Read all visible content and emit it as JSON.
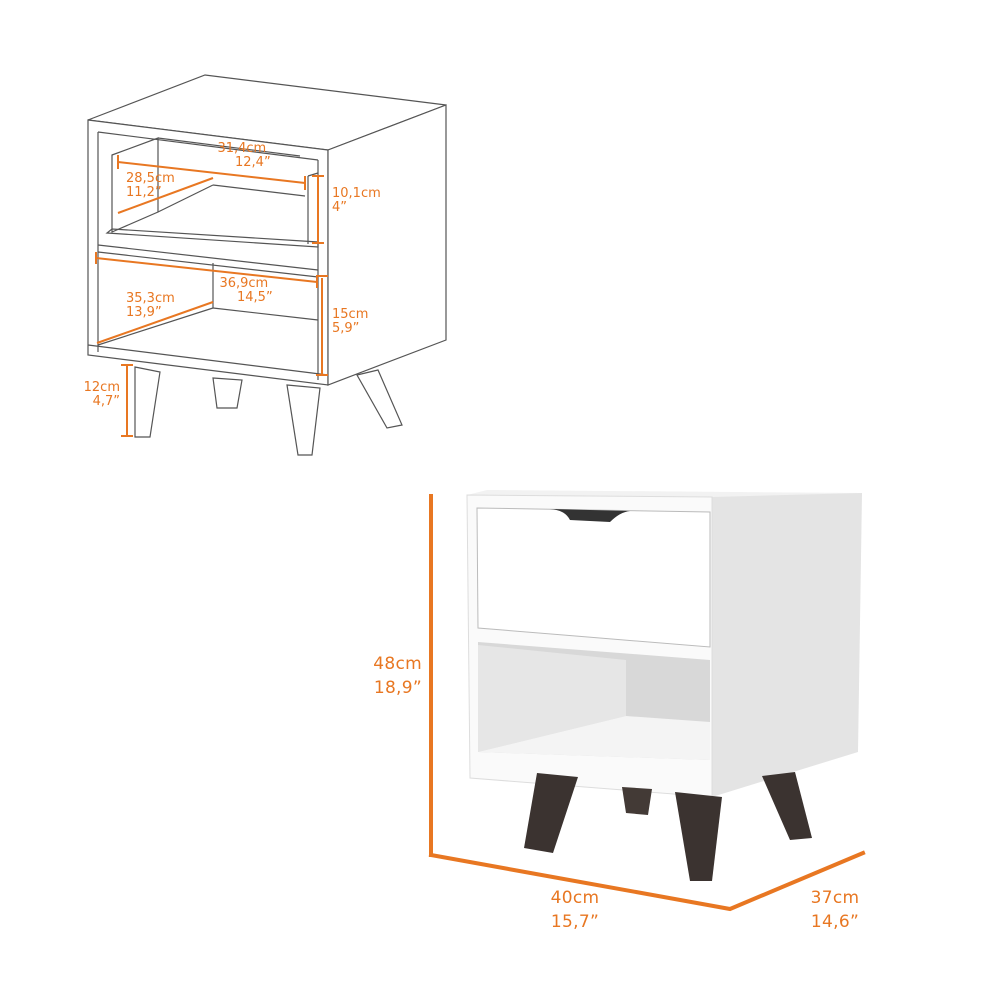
{
  "colors": {
    "dimension_accent": "#E87722",
    "line_art": "#555555",
    "furniture_body": "#ffffff",
    "leg_wood": "#3b3330"
  },
  "line_drawing": {
    "drawer_width": {
      "cm": "31,4cm",
      "in": "12,4”"
    },
    "drawer_depth": {
      "cm": "28,5cm",
      "in": "11,2”"
    },
    "drawer_height": {
      "cm": "10,1cm",
      "in": "4”"
    },
    "shelf_width": {
      "cm": "36,9cm",
      "in": "14,5”"
    },
    "shelf_depth": {
      "cm": "35,3cm",
      "in": "13,9”"
    },
    "shelf_height": {
      "cm": "15cm",
      "in": "5,9”"
    },
    "leg_height": {
      "cm": "12cm",
      "in": "4,7”"
    }
  },
  "product_photo": {
    "height": {
      "cm": "48cm",
      "in": "18,9”"
    },
    "width": {
      "cm": "40cm",
      "in": "15,7”"
    },
    "depth": {
      "cm": "37cm",
      "in": "14,6”"
    }
  }
}
